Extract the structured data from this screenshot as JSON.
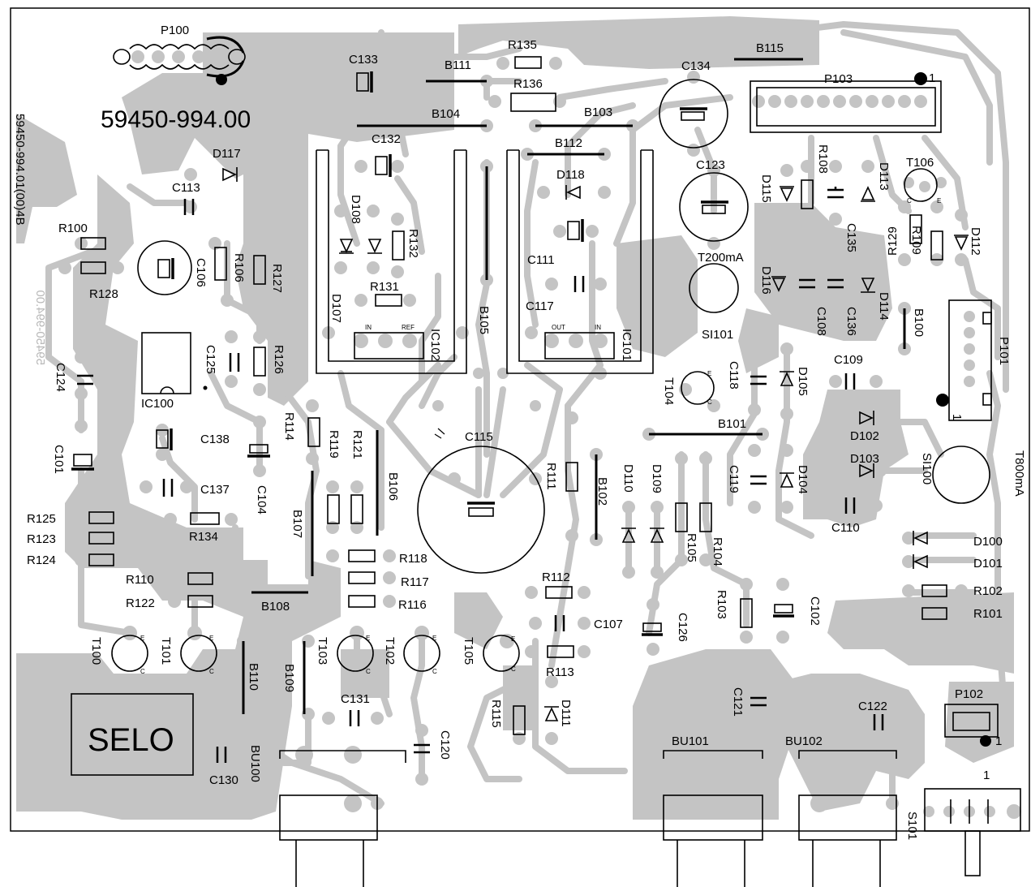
{
  "board": {
    "part_number": "59450-994.00",
    "vertical_part_number": "59450-994.01(00)4B",
    "mirrored_text": "59450-994.00",
    "stamp_label": "SELO",
    "colors": {
      "copper": "#c4c4c4",
      "silkscreen": "#000000",
      "background": "#ffffff",
      "ghost_text": "#b8b8b8"
    }
  },
  "labels": {
    "P100": "P100",
    "P101": "P101",
    "P102": "P102",
    "P103": "P103",
    "C101": "C101",
    "C102": "C102",
    "C104": "C104",
    "C106": "C106",
    "C107": "C107",
    "C108": "C108",
    "C109": "C109",
    "C110": "C110",
    "C111": "C111",
    "C113": "C113",
    "C115": "C115",
    "C117": "C117",
    "C118": "C118",
    "C119": "C119",
    "C120": "C120",
    "C121": "C121",
    "C122": "C122",
    "C123": "C123",
    "C124": "C124",
    "C125": "C125",
    "C126": "C126",
    "C130": "C130",
    "C131": "C131",
    "C132": "C132",
    "C133": "C133",
    "C134": "C134",
    "C135": "C135",
    "C136": "C136",
    "C137": "C137",
    "C138": "C138",
    "R100": "R100",
    "R101": "R101",
    "R102": "R102",
    "R103": "R103",
    "R104": "R104",
    "R105": "R105",
    "R106": "R106",
    "R108": "R108",
    "R109": "R109",
    "R110": "R110",
    "R111": "R111",
    "R112": "R112",
    "R113": "R113",
    "R114": "R114",
    "R115": "R115",
    "R116": "R116",
    "R117": "R117",
    "R118": "R118",
    "R119": "R119",
    "R121": "R121",
    "R122": "R122",
    "R123": "R123",
    "R124": "R124",
    "R125": "R125",
    "R126": "R126",
    "R127": "R127",
    "R128": "R128",
    "R129": "R129",
    "R131": "R131",
    "R132": "R132",
    "R134": "R134",
    "R135": "R135",
    "R136": "R136",
    "D100": "D100",
    "D101": "D101",
    "D102": "D102",
    "D103": "D103",
    "D104": "D104",
    "D105": "D105",
    "D107": "D107",
    "D108": "D108",
    "D109": "D109",
    "D110": "D110",
    "D111": "D111",
    "D112": "D112",
    "D113": "D113",
    "D114": "D114",
    "D115": "D115",
    "D116": "D116",
    "D117": "D117",
    "D118": "D118",
    "T100": "T100",
    "T101": "T101",
    "T102": "T102",
    "T103": "T103",
    "T104": "T104",
    "T105": "T105",
    "T106": "T106",
    "B100": "B100",
    "B101": "B101",
    "B102": "B102",
    "B103": "B103",
    "B104": "B104",
    "B106": "B106",
    "B107": "B107",
    "B108": "B108",
    "B109": "B109",
    "B110": "B110",
    "B111": "B111",
    "B112": "B112",
    "B115": "B115",
    "B105": "B105",
    "IC100": "IC100",
    "IC101": "IC101",
    "IC102": "IC102",
    "SI100": "SI100",
    "SI101": "SI101",
    "T800mA": "T800mA",
    "T200mA": "T200mA",
    "BU100": "BU100",
    "BU101": "BU101",
    "BU102": "BU102",
    "S101": "S101",
    "pin_in": "IN",
    "pin_out": "OUT",
    "pin_ref": "REF",
    "one": "1",
    "E": "E",
    "C": "C"
  }
}
